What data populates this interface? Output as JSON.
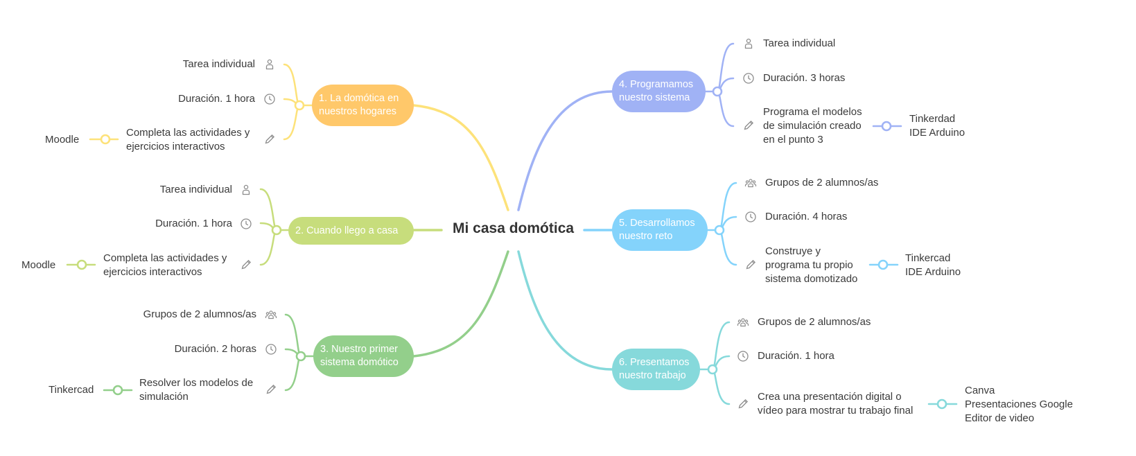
{
  "central": {
    "label": "Mi casa domótica",
    "color": "#333333"
  },
  "branches": [
    {
      "id": "b1",
      "label": "1. La domótica en\nnuestros hogares",
      "color": "#fde27a",
      "pill": "#ffc86a",
      "items": [
        {
          "icon": "person-icon",
          "text": "Tarea individual"
        },
        {
          "icon": "clock-icon",
          "text": "Duración. 1 hora"
        },
        {
          "icon": "pencil-icon",
          "text": "Completa las actividades y\nejercicios interactivos",
          "extra": "Moodle"
        }
      ]
    },
    {
      "id": "b2",
      "label": "2. Cuando llego a casa",
      "color": "#c7dd7c",
      "pill": "#c7dd7c",
      "items": [
        {
          "icon": "person-icon",
          "text": "Tarea individual"
        },
        {
          "icon": "clock-icon",
          "text": "Duración. 1 hora"
        },
        {
          "icon": "pencil-icon",
          "text": "Completa las actividades y\nejercicios interactivos",
          "extra": "Moodle"
        }
      ]
    },
    {
      "id": "b3",
      "label": "3. Nuestro primer\nsistema domótico",
      "color": "#93cf8b",
      "pill": "#93cf8b",
      "items": [
        {
          "icon": "group-icon",
          "text": "Grupos de 2 alumnos/as"
        },
        {
          "icon": "clock-icon",
          "text": "Duración. 2 horas"
        },
        {
          "icon": "pencil-icon",
          "text": "Resolver los modelos de\nsimulación",
          "extra": "Tinkercad"
        }
      ]
    },
    {
      "id": "b4",
      "label": "4. Programamos\nnuestro sistema",
      "color": "#a0b2f5",
      "pill": "#a0b2f5",
      "items": [
        {
          "icon": "person-icon",
          "text": "Tarea individual"
        },
        {
          "icon": "clock-icon",
          "text": "Duración. 3 horas"
        },
        {
          "icon": "pencil-icon",
          "text": "Programa el modelos\nde simulación creado\nen el punto 3",
          "extra": "Tinkerdad\nIDE Arduino"
        }
      ]
    },
    {
      "id": "b5",
      "label": "5. Desarrollamos\nnuestro reto",
      "color": "#84d3fb",
      "pill": "#84d3fb",
      "items": [
        {
          "icon": "group-icon",
          "text": "Grupos de 2 alumnos/as"
        },
        {
          "icon": "clock-icon",
          "text": "Duración. 4 horas"
        },
        {
          "icon": "pencil-icon",
          "text": "Construye y\nprograma tu propio\nsistema domotizado",
          "extra": "Tinkercad\nIDE Arduino"
        }
      ]
    },
    {
      "id": "b6",
      "label": "6. Presentamos\nnuestro trabajo",
      "color": "#86d9db",
      "pill": "#86d9db",
      "items": [
        {
          "icon": "group-icon",
          "text": "Grupos de 2 alumnos/as"
        },
        {
          "icon": "clock-icon",
          "text": "Duración. 1 hora"
        },
        {
          "icon": "pencil-icon",
          "text": "Crea una presentación digital o\nvídeo para mostrar tu trabajo final",
          "extra": "Canva\nPresentaciones Google\nEditor de video"
        }
      ]
    }
  ]
}
